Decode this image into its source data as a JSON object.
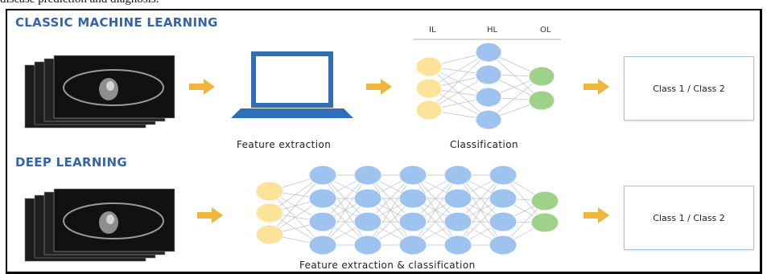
{
  "caption_fragment": "disease prediction and diagnosis.",
  "classic": {
    "title": "CLASSIC MACHINE LEARNING",
    "layer_labels": [
      "IL",
      "HL",
      "OL"
    ],
    "feature_label": "Feature extraction",
    "classification_label": "Classification",
    "class_box": "Class 1 / Class 2"
  },
  "deep": {
    "title": "DEEP LEARNING",
    "caption": "Feature extraction & classification",
    "class_box": "Class 1 / Class 2"
  },
  "colors": {
    "input_node": "#fde39a",
    "hidden_node": "#9dc3ee",
    "output_node": "#9ed28a",
    "arrow": "#f0b53a",
    "laptop": "#2f6fb5",
    "title": "#3564a8"
  }
}
